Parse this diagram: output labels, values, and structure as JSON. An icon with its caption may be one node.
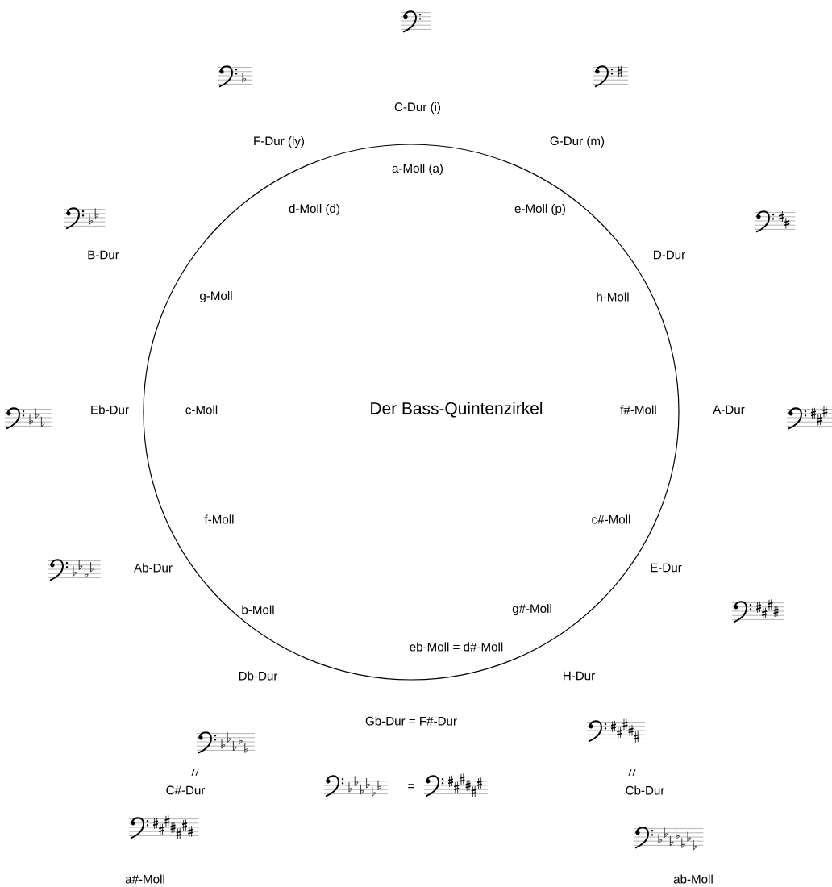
{
  "diagram": {
    "title": "Der Bass-Quintenzirkel",
    "labels": [
      "C-Dur (i)",
      "F-Dur (ly)",
      "G-Dur (m)",
      "a-Moll (a)",
      "d-Moll (d)",
      "e-Moll (p)",
      "B-Dur",
      "D-Dur",
      "g-Moll",
      "h-Moll",
      "Eb-Dur",
      "c-Moll",
      "f#-Moll",
      "A-Dur",
      "f-Moll",
      "c#-Moll",
      "Ab-Dur",
      "E-Dur",
      "b-Moll",
      "g#-Moll",
      "eb-Moll = d#-Moll",
      "Db-Dur",
      "H-Dur",
      "Gb-Dur = F#-Dur",
      "C#-Dur",
      "=",
      "Cb-Dur",
      "a#-Moll",
      "ab-Moll"
    ]
  }
}
